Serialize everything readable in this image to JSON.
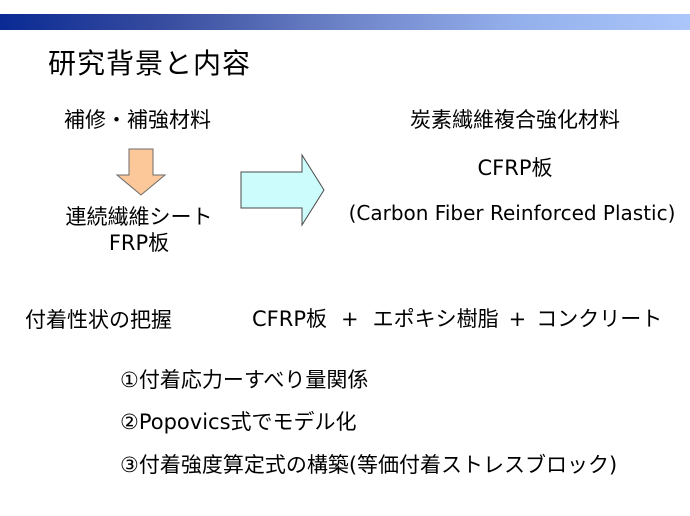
{
  "slide": {
    "title": "研究背景と内容",
    "header_gradient": {
      "start": "#0a2a94",
      "end": "#aac6fa"
    },
    "left_column": {
      "heading": "補修・補強材料",
      "subitems": [
        "連続繊維シート",
        "FRP板"
      ],
      "arrow": {
        "icon": "down-arrow-icon",
        "fill": "#fcc89a",
        "stroke": "#6b6b6b"
      }
    },
    "transition_arrow": {
      "icon": "right-arrow-icon",
      "fill": "#ccfcfc",
      "stroke": "#4a4a4a"
    },
    "right_column": {
      "heading": "炭素繊維複合強化材料",
      "material": "CFRP板",
      "material_full_name": "(Carbon Fiber Reinforced Plastic)"
    },
    "bond_section": {
      "label": "付着性状の把握",
      "components": [
        "CFRP板",
        "+",
        "エポキシ樹脂",
        "+",
        "コンクリート"
      ]
    },
    "items": [
      "①付着応力ーすべり量関係",
      "②Popovics式でモデル化",
      "③付着強度算定式の構築(等価付着ストレスブロック)"
    ]
  }
}
